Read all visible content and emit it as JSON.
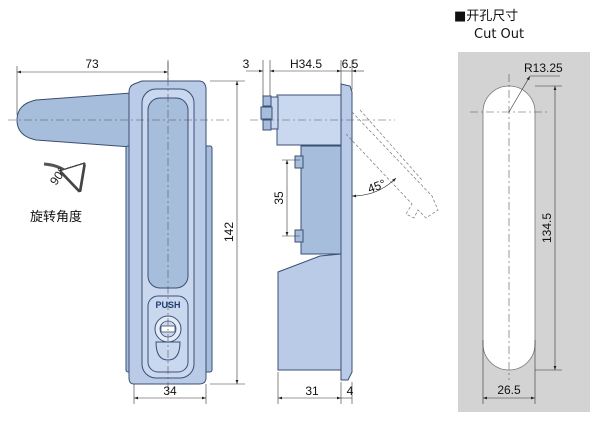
{
  "cutout": {
    "title_cn": "■开孔尺寸",
    "title_en": "Cut Out",
    "radius": "R13.25",
    "height": "134.5",
    "width": "26.5"
  },
  "front_view": {
    "width_top": "73",
    "height": "142",
    "width_bottom": "34",
    "rotation_label": "旋转角度",
    "rotation_angle": "90°",
    "push_label": "PUSH"
  },
  "side_view": {
    "dim_3": "3",
    "dim_h": "H34.5",
    "dim_6_5": "6.5",
    "dim_35": "35",
    "angle": "45°",
    "dim_31": "31",
    "dim_4": "4"
  },
  "colors": {
    "part_fill": "#b9cbe6",
    "part_stroke": "#3a4f74",
    "cutout_panel": "#d3d3d3"
  }
}
